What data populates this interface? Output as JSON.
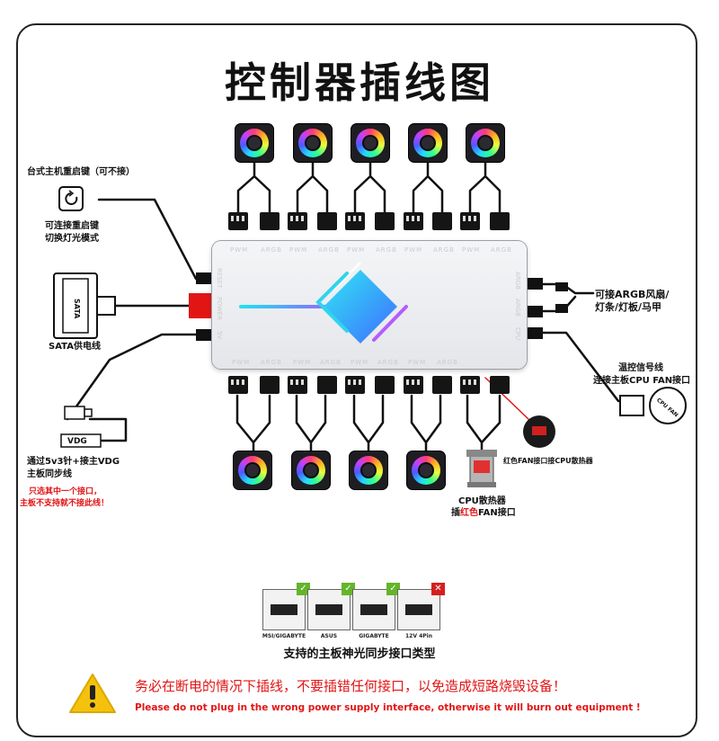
{
  "title": "控制器插线图",
  "left": {
    "button_label": "台式主机重启键（可不接）",
    "button_note": [
      "可连接重启键",
      "切换灯光模式"
    ],
    "sata_label": "SATA供电线",
    "sata_connector": "SATA",
    "vdg_label": "VDG",
    "sync_label": [
      "通过5v3针+接主VDG",
      "主板同步线"
    ],
    "warning": [
      "只选其中一个接口，",
      "主板不支持就不接此线！"
    ]
  },
  "hub": {
    "top_ports": [
      "PWM",
      "ARGB",
      "PWM",
      "ARGB",
      "PWM",
      "ARGB",
      "PWM",
      "ARGB",
      "PWM",
      "ARGB"
    ],
    "bottom_ports": [
      "PWM",
      "ARGB",
      "PWM",
      "ARGB",
      "PWM",
      "ARGB",
      "PWM",
      "ARGB"
    ],
    "left_side": [
      "RESET",
      "POWER",
      "5V"
    ],
    "right_side": [
      "ARGB",
      "ARGB",
      "CPU"
    ]
  },
  "right": {
    "argb_label": [
      "可接ARGB风扇/",
      "灯条/灯板/马甲"
    ],
    "temp_label": [
      "温控信号线",
      "连接主板CPU FAN接口"
    ],
    "cpu_fan_tag": "CPU FAN",
    "red_fan_label": "红色FAN接口接CPU散热器",
    "cpu_cooler_label": "CPU散热器",
    "cpu_cooler_note_prefix": "插",
    "cpu_cooler_note_red": "红色",
    "cpu_cooler_note_suffix": "FAN接口"
  },
  "sync_types": [
    {
      "name": "MSI/GIGABYTE",
      "ok": true
    },
    {
      "name": "ASUS",
      "ok": true
    },
    {
      "name": "GIGABYTE",
      "ok": true
    },
    {
      "name": "12V 4Pin",
      "ok": false
    }
  ],
  "sync_caption": "支持的主板神光同步接口类型",
  "footer": {
    "warning_cn": "务必在断电的情况下插线，不要插错任何接口，以免造成短路烧毁设备！",
    "warning_en": "Please do not plug in the wrong power supply interface, otherwise it will burn out equipment !"
  },
  "colors": {
    "accent_red": "#e21515",
    "check_green": "#63b52a",
    "warning_yellow": "#f4c20d"
  }
}
